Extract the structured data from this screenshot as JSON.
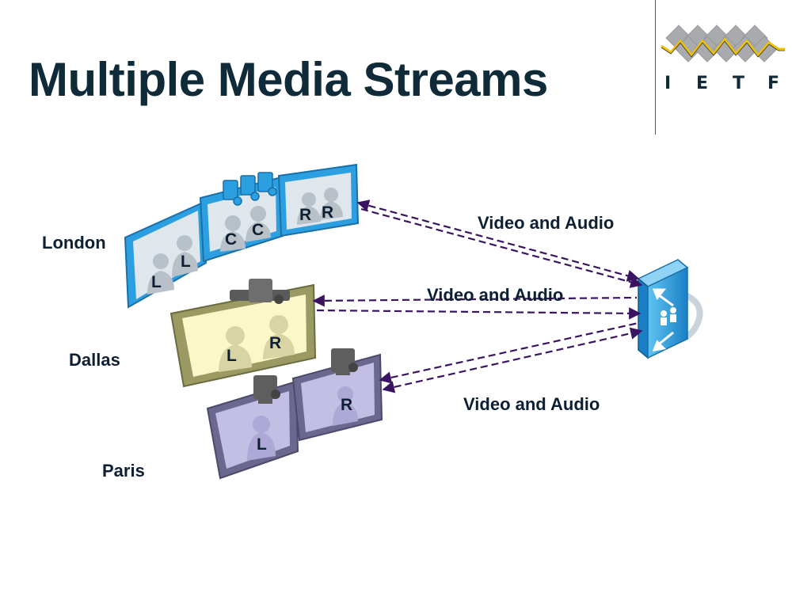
{
  "slide": {
    "title": "Multiple Media Streams"
  },
  "logo": {
    "letters": [
      "I",
      "E",
      "T",
      "F"
    ],
    "colors": {
      "diamond": "#a8aaad",
      "zigzag": "#f2c200",
      "text": "#0f2a38"
    }
  },
  "sites": {
    "london": {
      "name": "London",
      "seats": [
        "L",
        "L",
        "C",
        "C",
        "R",
        "R"
      ],
      "color": "#2b9fe0"
    },
    "dallas": {
      "name": "Dallas",
      "seats": [
        "L",
        "R"
      ],
      "color": "#8a8a5a"
    },
    "paris": {
      "name": "Paris",
      "seats": [
        "L",
        "R"
      ],
      "color": "#6b6890"
    }
  },
  "streams": {
    "london": "Video and Audio",
    "dallas": "Video and Audio",
    "paris": "Video and Audio"
  },
  "colors": {
    "arrow": "#3a1460"
  },
  "icons": {
    "mixer": "conference-server-icon",
    "camera": "camera-icon"
  }
}
